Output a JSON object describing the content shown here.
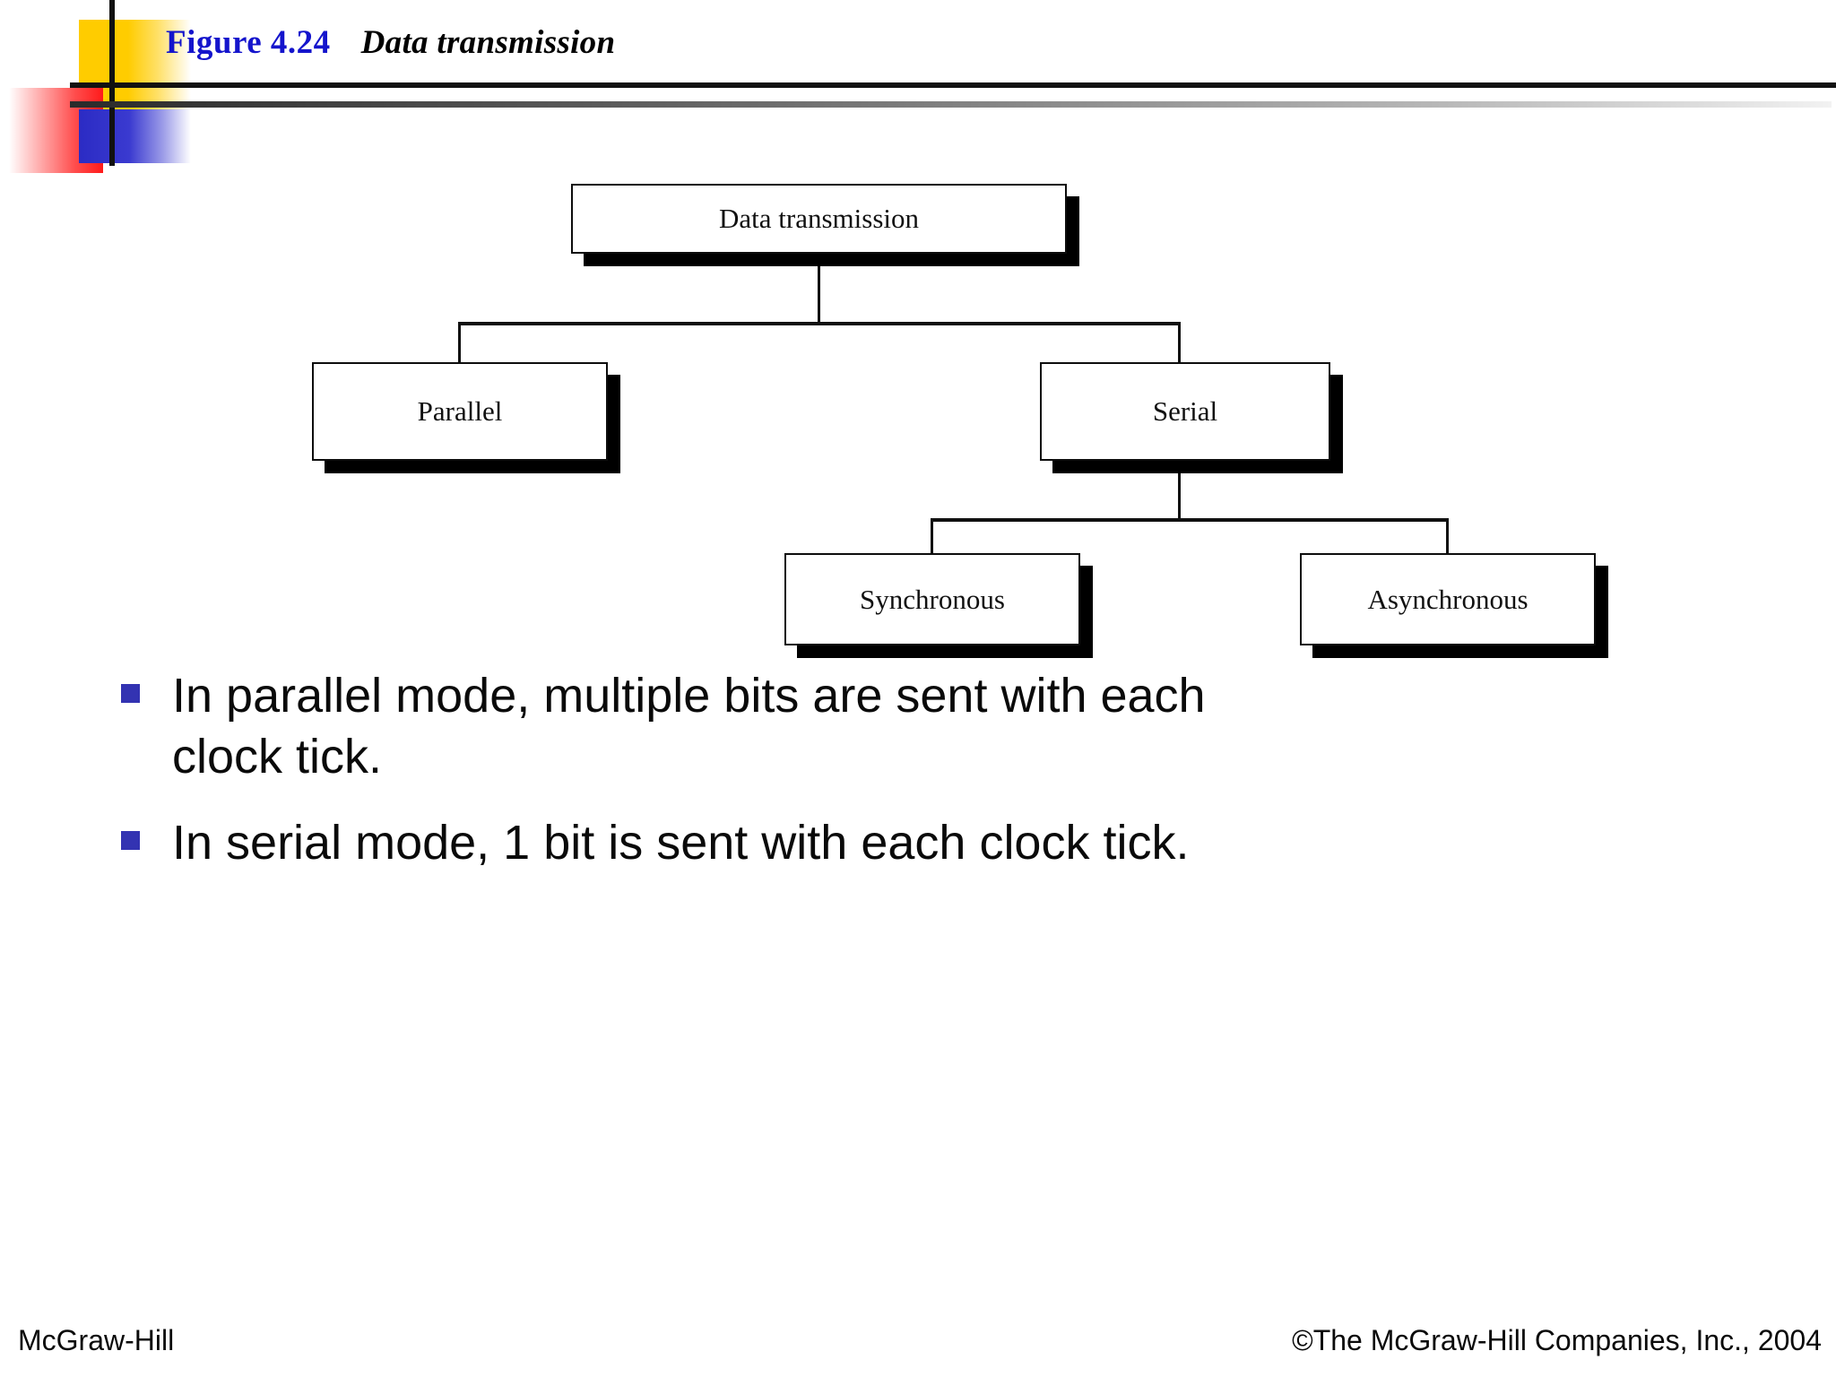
{
  "header": {
    "figure_number": "Figure 4.24",
    "figure_caption": "Data transmission",
    "figure_number_color": "#1414CC",
    "caption_color": "#000000"
  },
  "logo": {
    "yellow": "#FFCC00",
    "red": "#FF1A1A",
    "blue": "#2B2BC4",
    "cross": "#111111"
  },
  "diagram": {
    "type": "tree",
    "nodes": [
      {
        "id": "root",
        "label": "Data transmission",
        "level": 0,
        "parent": null
      },
      {
        "id": "parallel",
        "label": "Parallel",
        "level": 1,
        "parent": "root"
      },
      {
        "id": "serial",
        "label": "Serial",
        "level": 1,
        "parent": "root"
      },
      {
        "id": "sync",
        "label": "Synchronous",
        "level": 2,
        "parent": "serial"
      },
      {
        "id": "async",
        "label": "Asynchronous",
        "level": 2,
        "parent": "serial"
      }
    ]
  },
  "bullets": {
    "marker_color": "#3333B2",
    "items": [
      "In parallel mode, multiple bits are sent with each clock tick.",
      "In serial mode, 1 bit is sent with each clock tick."
    ]
  },
  "footer": {
    "left": "McGraw-Hill",
    "right": "©The McGraw-Hill Companies, Inc., 2004"
  }
}
